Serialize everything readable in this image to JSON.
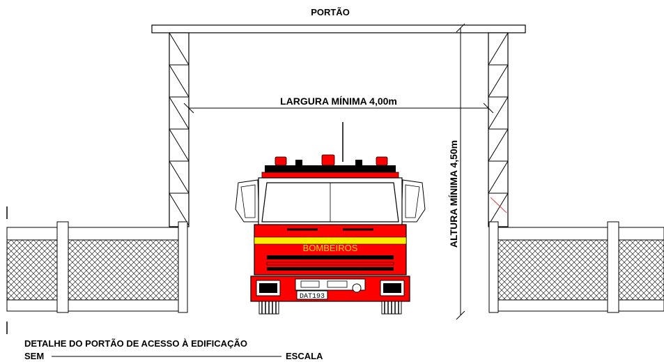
{
  "drawing": {
    "title": "PORTÃO",
    "width_label": "LARGURA MÍNIMA 4,00m",
    "height_label": "ALTURA MÍNIMA 4,50m",
    "caption": "DETALHE DO PORTÃO DE ACESSO À EDIFICAÇÃO",
    "scale_left": "SEM",
    "scale_right": "ESCALA"
  },
  "truck": {
    "name": "BOMBEIROS",
    "plate": "DAT193"
  },
  "colors": {
    "truck_red": "#ff0000",
    "truck_yellow": "#ffee00",
    "line": "#000000",
    "dimension_line": "#000000"
  }
}
